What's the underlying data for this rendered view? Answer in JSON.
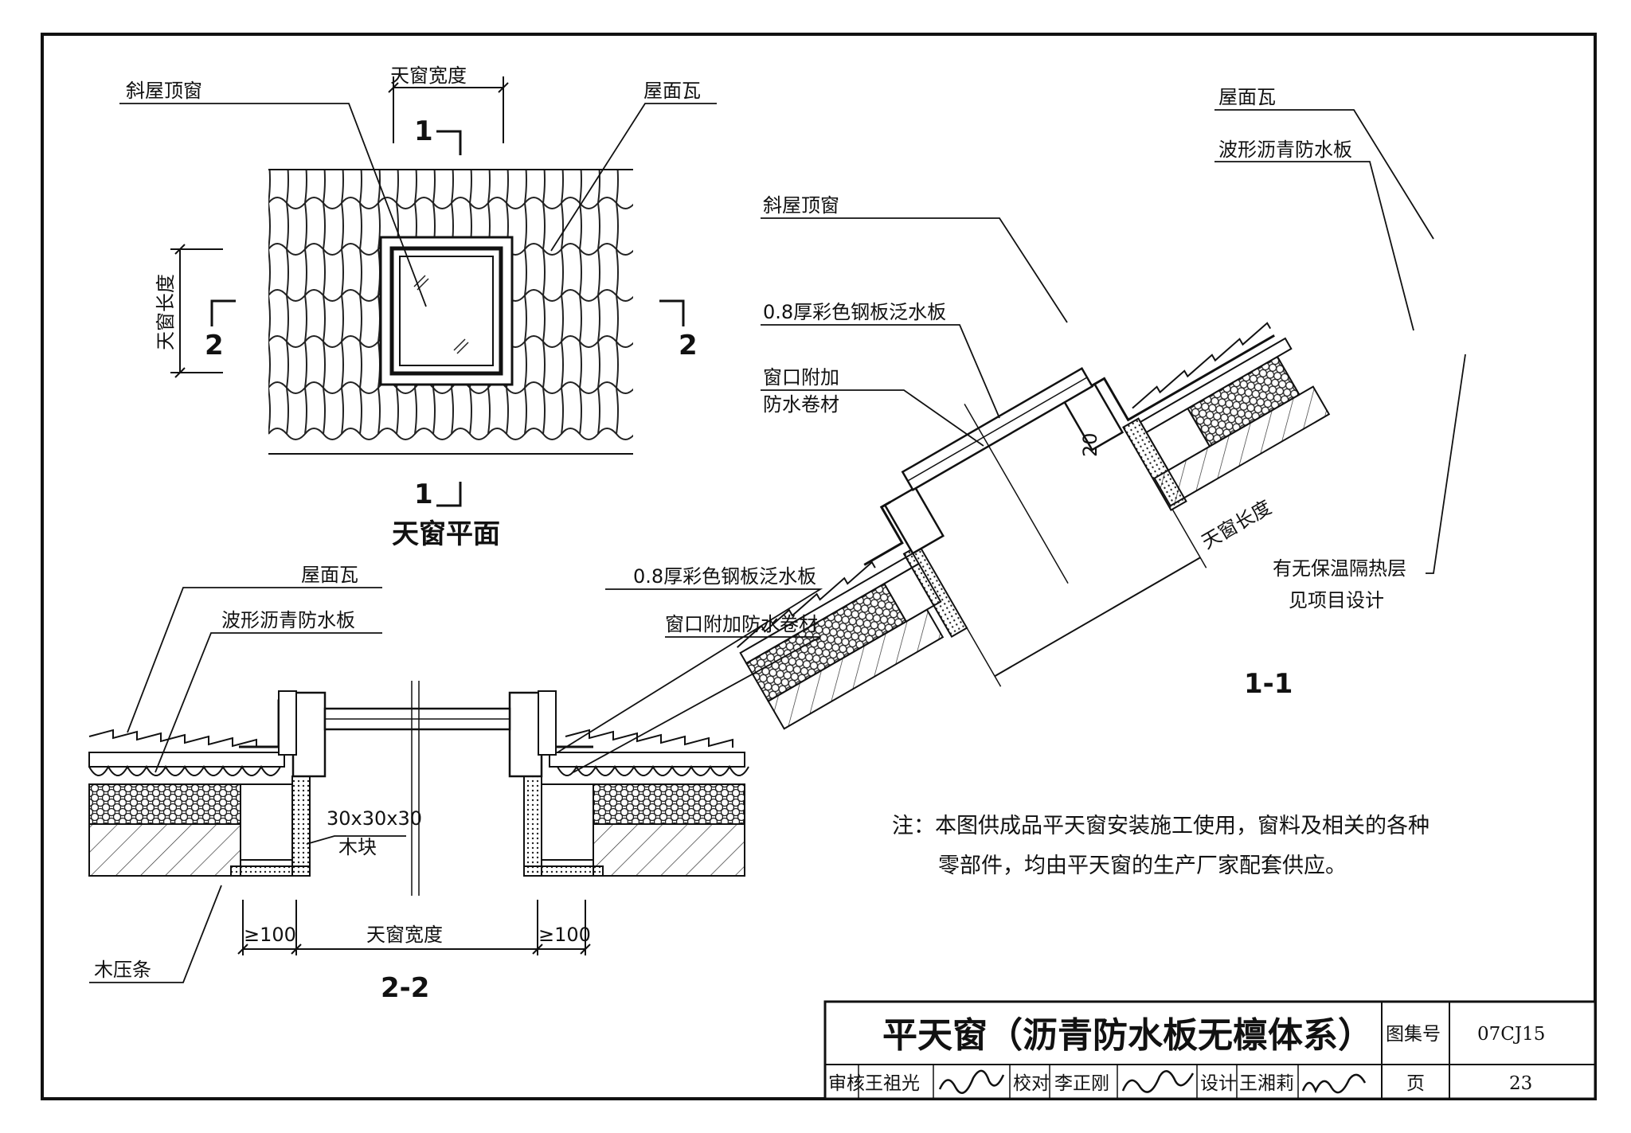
{
  "plan": {
    "title": "天窗平面",
    "label_window": "斜屋顶窗",
    "label_width": "天窗宽度",
    "label_tile": "屋面瓦",
    "label_length": "天窗长度",
    "sec1_top": "1",
    "sec1_bottom": "1",
    "sec2_left": "2",
    "sec2_right": "2"
  },
  "section11": {
    "title": "1-1",
    "label_tile": "屋面瓦",
    "label_board": "波形沥青防水板",
    "label_window": "斜屋顶窗",
    "label_flashing": "0.8厚彩色钢板泛水板",
    "label_membrane_1": "窗口附加",
    "label_membrane_2": "防水卷材",
    "dim_20": "20",
    "label_length": "天窗长度",
    "label_insulation_1": "有无保温隔热层",
    "label_insulation_2": "见项目设计"
  },
  "section22": {
    "title": "2-2",
    "label_tile": "屋面瓦",
    "label_board": "波形沥青防水板",
    "label_flashing": "0.8厚彩色钢板泛水板",
    "label_membrane": "窗口附加防水卷材",
    "label_block_1": "30x30x30",
    "label_block_2": "木块",
    "label_strip": "木压条",
    "dim_left": "≥100",
    "dim_width": "天窗宽度",
    "dim_right": "≥100"
  },
  "note": {
    "line1": "注：本图供成品平天窗安装施工使用，窗料及相关的各种",
    "line2": "零部件，均由平天窗的生产厂家配套供应。"
  },
  "titleblock": {
    "title": "平天窗（沥青防水板无檩体系）",
    "atlas_label": "图集号",
    "atlas_no": "07CJ15",
    "review": "审核",
    "reviewer": "王祖光",
    "check": "校对",
    "checker": "李正刚",
    "design": "设计",
    "designer": "王湘莉",
    "page_label": "页",
    "page_no": "23"
  }
}
